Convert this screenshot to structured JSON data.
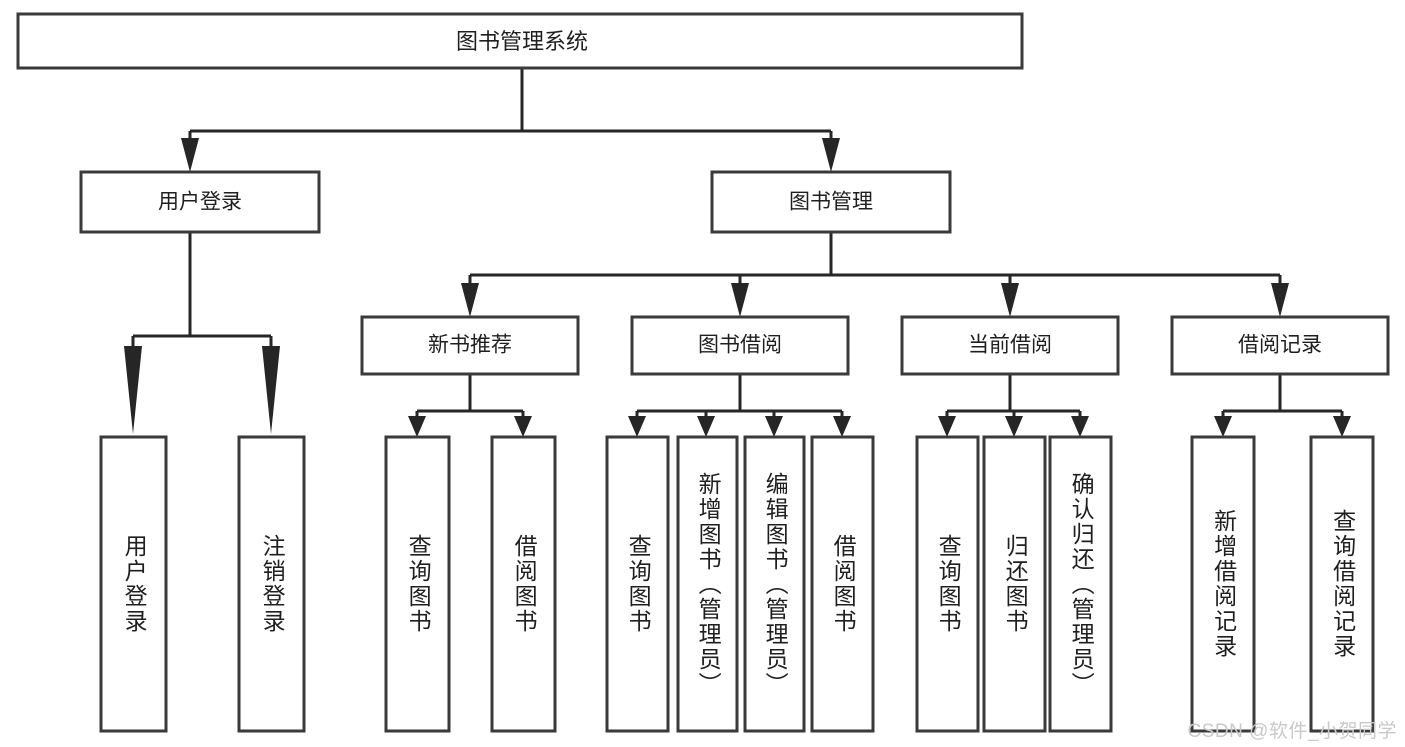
{
  "diagram": {
    "type": "tree-hierarchy",
    "title": "图书管理系统",
    "watermark": "CSDN @软件_小贺同学",
    "colors": {
      "box_stroke": "#3a3a3a",
      "connector": "#262626",
      "text": "#1f1f1f",
      "background": "#ffffff",
      "watermark": "#c9c9c9"
    },
    "levels": {
      "root": {
        "label": "图书管理系统"
      },
      "level1": [
        {
          "label": "用户登录"
        },
        {
          "label": "图书管理"
        }
      ],
      "level2": [
        {
          "label": "新书推荐"
        },
        {
          "label": "图书借阅"
        },
        {
          "label": "当前借阅"
        },
        {
          "label": "借阅记录"
        }
      ],
      "leaves": [
        {
          "label": "用户登录",
          "parent": "用户登录"
        },
        {
          "label": "注销登录",
          "parent": "用户登录"
        },
        {
          "label": "查询图书",
          "parent": "新书推荐"
        },
        {
          "label": "借阅图书",
          "parent": "新书推荐"
        },
        {
          "label": "查询图书",
          "parent": "图书借阅"
        },
        {
          "label": "新增图书（管理员）",
          "parent": "图书借阅"
        },
        {
          "label": "编辑图书（管理员）",
          "parent": "图书借阅"
        },
        {
          "label": "借阅图书",
          "parent": "图书借阅"
        },
        {
          "label": "查询图书",
          "parent": "当前借阅"
        },
        {
          "label": "归还图书",
          "parent": "当前借阅"
        },
        {
          "label": "确认归还（管理员）",
          "parent": "当前借阅"
        },
        {
          "label": "新增借阅记录",
          "parent": "借阅记录"
        },
        {
          "label": "查询借阅记录",
          "parent": "借阅记录"
        }
      ]
    }
  }
}
